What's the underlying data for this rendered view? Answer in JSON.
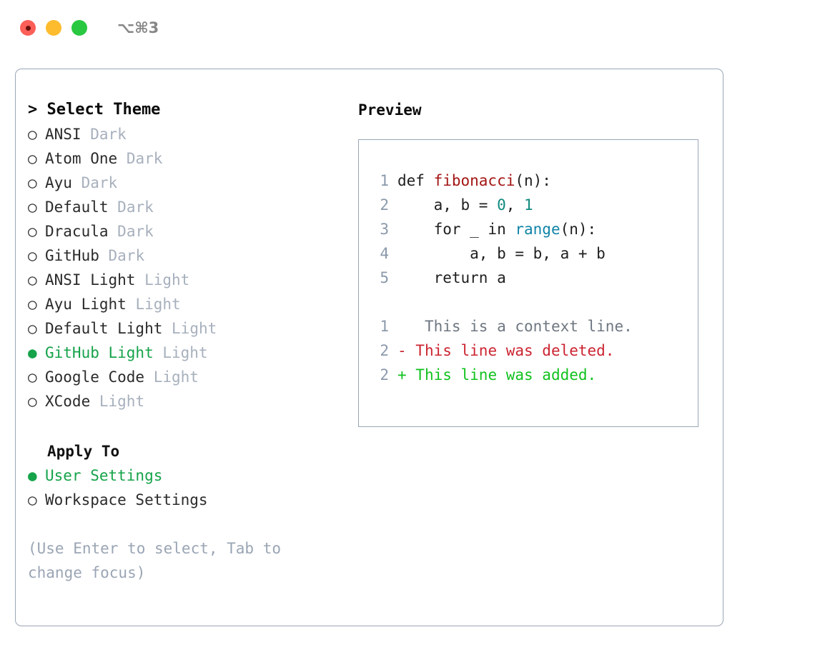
{
  "titlebar": {
    "shortcut": "⌥⌘3",
    "buttons": [
      {
        "name": "close",
        "color": "#fb5f57"
      },
      {
        "name": "minimize",
        "color": "#fdbc2e"
      },
      {
        "name": "maximize",
        "color": "#28c840"
      }
    ]
  },
  "theme_picker": {
    "heading": "> Select Theme",
    "options": [
      {
        "marker": "○",
        "label": "ANSI",
        "tag": "Dark",
        "selected": false
      },
      {
        "marker": "○",
        "label": "Atom One",
        "tag": "Dark",
        "selected": false
      },
      {
        "marker": "○",
        "label": "Ayu",
        "tag": "Dark",
        "selected": false
      },
      {
        "marker": "○",
        "label": "Default",
        "tag": "Dark",
        "selected": false
      },
      {
        "marker": "○",
        "label": "Dracula",
        "tag": "Dark",
        "selected": false
      },
      {
        "marker": "○",
        "label": "GitHub",
        "tag": "Dark",
        "selected": false
      },
      {
        "marker": "○",
        "label": "ANSI Light",
        "tag": "Light",
        "selected": false
      },
      {
        "marker": "○",
        "label": "Ayu Light",
        "tag": "Light",
        "selected": false
      },
      {
        "marker": "○",
        "label": "Default Light",
        "tag": "Light",
        "selected": false
      },
      {
        "marker": "●",
        "label": "GitHub Light",
        "tag": "Light",
        "selected": true
      },
      {
        "marker": "○",
        "label": "Google Code",
        "tag": "Light",
        "selected": false
      },
      {
        "marker": "○",
        "label": "XCode",
        "tag": "Light",
        "selected": false
      }
    ]
  },
  "apply_to": {
    "heading": "Apply To",
    "options": [
      {
        "marker": "●",
        "label": "User Settings",
        "selected": true
      },
      {
        "marker": "○",
        "label": "Workspace Settings",
        "selected": false
      }
    ]
  },
  "hint": "(Use Enter to select, Tab to change focus)",
  "preview": {
    "heading": "Preview",
    "code_lines": [
      {
        "n": "1",
        "tokens": [
          {
            "t": "def ",
            "c": "plain"
          },
          {
            "t": "fibonacci",
            "c": "fn"
          },
          {
            "t": "(n):",
            "c": "plain"
          }
        ]
      },
      {
        "n": "2",
        "tokens": [
          {
            "t": "    a, b = ",
            "c": "plain"
          },
          {
            "t": "0",
            "c": "num"
          },
          {
            "t": ", ",
            "c": "plain"
          },
          {
            "t": "1",
            "c": "num"
          }
        ]
      },
      {
        "n": "3",
        "tokens": [
          {
            "t": "    for _ in ",
            "c": "plain"
          },
          {
            "t": "range",
            "c": "call"
          },
          {
            "t": "(n):",
            "c": "plain"
          }
        ]
      },
      {
        "n": "4",
        "tokens": [
          {
            "t": "        a, b = b, a + b",
            "c": "plain"
          }
        ]
      },
      {
        "n": "5",
        "tokens": [
          {
            "t": "    return a",
            "c": "plain"
          }
        ]
      }
    ],
    "diff_lines": [
      {
        "n": "1",
        "sign": " ",
        "text": "  This is a context line.",
        "kind": "ctx"
      },
      {
        "n": "2",
        "sign": "-",
        "text": " This line was deleted.",
        "kind": "del"
      },
      {
        "n": "2",
        "sign": "+",
        "text": " This line was added.",
        "kind": "add"
      }
    ]
  },
  "colors": {
    "accent_green": "#16a34a",
    "diff_add": "#11c21f",
    "diff_del": "#cb2431",
    "diff_ctx": "#6e7781",
    "muted": "#a7b0bd",
    "border": "#9aa6b4",
    "syntax_function": "#a31515",
    "syntax_call": "#1184a8",
    "syntax_number": "#0f8a7e"
  }
}
